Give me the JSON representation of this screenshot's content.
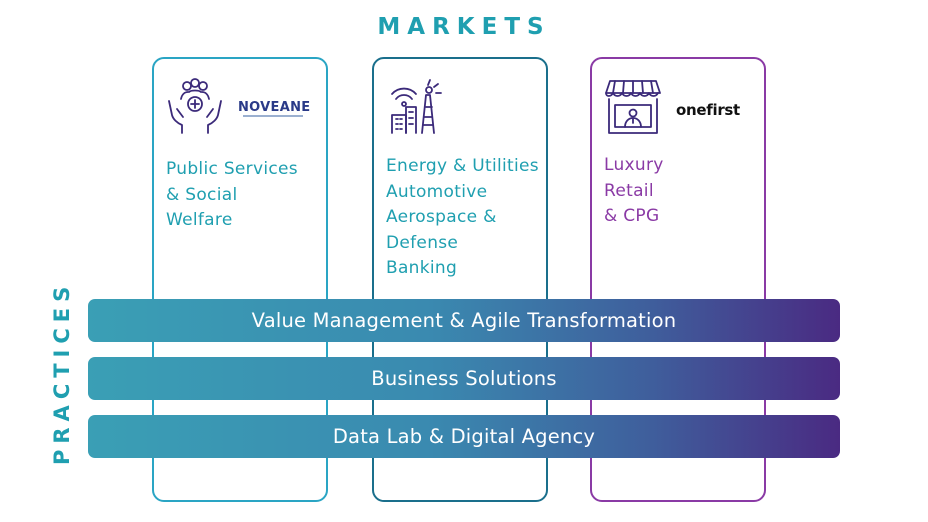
{
  "markets_title": "MARKETS",
  "practices_title": "PRACTICES",
  "columns": [
    {
      "icon": "people-care-icon",
      "logo_text": "NOVEANE",
      "lines": [
        "Public Services",
        "& Social",
        "Welfare"
      ]
    },
    {
      "icon": "energy-industry-icon",
      "lines": [
        "Energy & Utilities",
        "Automotive",
        "Aerospace &",
        "Defense",
        "Banking"
      ]
    },
    {
      "icon": "storefront-icon",
      "logo_text": "onefirst",
      "lines": [
        "Luxury",
        "Retail",
        "& CPG"
      ]
    }
  ],
  "practices": [
    "Value Management & Agile Transformation",
    "Business Solutions",
    "Data Lab & Digital Agency"
  ],
  "colors": {
    "accent_teal": "#1f9fb0",
    "accent_purple": "#8a3aa5",
    "band_start": "#3a9fb5",
    "band_end": "#4a2a82"
  }
}
